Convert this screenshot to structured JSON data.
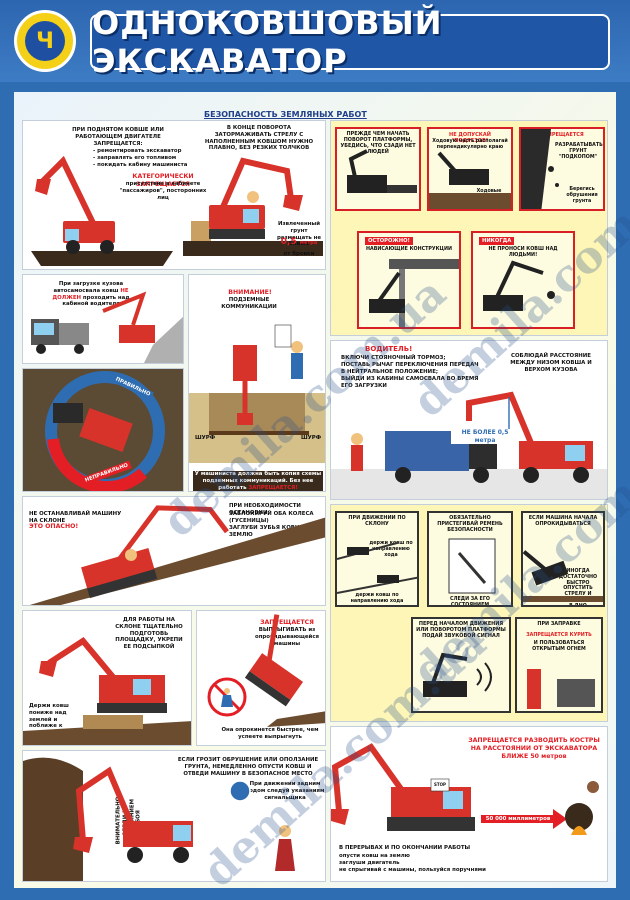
{
  "title": "ОДНОКОВШОВЫЙ ЭКСКАВАТОР",
  "subtitle": "БЕЗОПАСНОСТЬ ЗЕМЛЯНЫХ РАБОТ",
  "logo_glyph": "Ч",
  "watermark": "demila.com.ua",
  "colors": {
    "header": "#2f6db3",
    "accent": "#e31e24",
    "panel_yellow": "#fdf6b6",
    "excavator": "#e0342a"
  },
  "left": {
    "p1": {
      "t1": "ПРИ ПОДНЯТОМ КОВШЕ ИЛИ РАБОТАЮЩЕМ ДВИГАТЕЛЕ ЗАПРЕЩАЕТСЯ:",
      "b1": "- ремонтировать экскаватор",
      "b2": "- заправлять его топливом",
      "b3": "- покидать кабину машиниста",
      "t2": "В КОНЦЕ ПОВОРОТА ЗАТОРМАЖИВАТЬ СТРЕЛУ С НАПОЛНЕННЫМ КОВШОМ НУЖНО ПЛАВНО, БЕЗ РЕЗКИХ ТОЛЧКОВ",
      "warn": "КАТЕГОРИЧЕСКИ ЗАПРЕЩАЕТСЯ",
      "w2": "присутствие в кабинете \"пассажиров\", посторонних лиц",
      "dist_text": "Извлеченный грунт размещать не ближе",
      "dist_value": "0,5",
      "dist_unit": "метра",
      "dist_tail": "от бровки"
    },
    "p2": {
      "t1": "При загрузке кузова автосамосвала ковш",
      "red": "НЕ ДОЛЖЕН",
      "t2": "проходить над кабиной водителя"
    },
    "p3": {
      "right_label": "ПРАВИЛЬНО",
      "wrong_label": "НЕПРАВИЛЬНО"
    },
    "p4": {
      "warn": "ВНИМАНИЕ!",
      "t1": "ПОДЗЕМНЫЕ КОММУНИКАЦИИ",
      "left_label": "ШУРФ",
      "right_label": "ШУРФ",
      "bottom": "У машиниста должна быть копия схемы подземных коммуникаций. Без нее работать",
      "bottom_red": "ЗАПРЕЩАЕТСЯ!"
    },
    "p5": {
      "t1": "НЕ ОСТАНАВЛИВАЙ МАШИНУ НА СКЛОНЕ",
      "red": "ЭТО ОПАСНО!",
      "t2": "ПРИ НЕОБХОДИМОСТИ ОСТАНОВКИ:",
      "b1": "ЗАБЛОКИРУЙ ОБА КОЛЕСА (ГУСЕНИЦЫ)",
      "b2": "ЗАГЛУБИ ЗУБЬЯ КОВША В ЗЕМЛЮ"
    },
    "p6": {
      "t1": "ДЛЯ РАБОТЫ НА СКЛОНЕ ТЩАТЕЛЬНО ПОДГОТОВЬ ПЛОЩАДКУ, УКРЕПИ ЕЕ ПОДСЫПКОЙ",
      "t2": "Держи ковш пониже над землей и поближе к машине"
    },
    "p7": {
      "red": "ЗАПРЕЩАЕТСЯ",
      "t1": "ВЫПРЫГИВАТЬ из опрокидывающейся машины",
      "t2": "Она опрокинется быстрее, чем успеете выпрыгнуть"
    },
    "p8": {
      "t1": "ЕСЛИ ГРОЗИТ ОБРУШЕНИЕ ИЛИ ОПОЛЗАНИЕ ГРУНТА, НЕМЕДЛЕННО ОПУСТИ КОВШ И ОТВЕДИ МАШИНУ В БЕЗОПАСНОЕ МЕСТО",
      "t2": "При движении задним ходом следуй указаниям сигнальщика",
      "t3": "ВНИМАТЕЛЬНО СЛЕДИ ЗА СОСТОЯНИЕМ ЗАБОЯ"
    }
  },
  "right": {
    "r1": {
      "s1": "ПРЕЖДЕ ЧЕМ НАЧАТЬ ПОВОРОТ ПЛАТФОРМЫ, УБЕДИСЬ, ЧТО СЗАДИ НЕТ ЛЮДЕЙ",
      "s2a": "НЕ ДОПУСКАЙ \"ПОДРЕЗОВ\"",
      "s2b": "Ходовую часть располагай перпендикулярно краю",
      "s2c": "Ходовые гидромоторы должны быть сзади",
      "s3a": "ЗАПРЕЩАЕТСЯ",
      "s3b": "РАЗРАБАТЫВАТЬ ГРУНТ \"ПОДКОПОМ\"",
      "s3c": "Берегись обрушения грунта",
      "s4a": "ОСТОРОЖНО!",
      "s4b": "НАВИСАЮЩИЕ КОНСТРУКЦИИ",
      "s5a": "НИКОГДА",
      "s5b": "НЕ ПРОНОСИ КОВШ НАД ЛЮДЬМИ!"
    },
    "r2": {
      "warn": "ВОДИТЕЛЬ!",
      "b1": "ВКЛЮЧИ СТОЯНОЧНЫЙ ТОРМОЗ;",
      "b2": "ПОСТАВЬ РЫЧАГ ПЕРЕКЛЮЧЕНИЯ ПЕРЕДАЧ В НЕЙТРАЛЬНОЕ ПОЛОЖЕНИЕ;",
      "b3": "ВЫЙДИ ИЗ КАБИНЫ САМОСВАЛА ВО ВРЕМЯ ЕГО ЗАГРУЗКИ",
      "t1": "СОБЛЮДАЙ РАССТОЯНИЕ МЕЖДУ НИЗОМ КОВША И ВЕРХОМ КУЗОВА",
      "dist": "НЕ БОЛЕЕ 0,5 метра"
    },
    "r3": {
      "s1a": "ПРИ ДВИЖЕНИИ ПО СКЛОНУ",
      "s1b": "держи ковш по направлению хода",
      "s1c": "держи ковш по направлению хода",
      "s2a": "ОБЯЗАТЕЛЬНО ПРИСТЕГИВАЙ РЕМЕНЬ БЕЗОПАСНОСТИ",
      "s2b": "СЛЕДИ ЗА ЕГО СОСТОЯНИЕМ",
      "s3a": "ЕСЛИ МАШИНА НАЧАЛА ОПРОКИДЫВАТЬСЯ",
      "s3b": "ИНОГДА ДОСТАТОЧНО БЫСТРО ОПУСТИТЬ СТРЕЛУ И УПЕРЕТЬ КОВШ В ДНО",
      "s4a": "ПЕРЕД НАЧАЛОМ ДВИЖЕНИЯ ИЛИ ПОВОРОТОМ ПЛАТФОРМЫ ПОДАЙ ЗВУКОВОЙ СИГНАЛ",
      "s5a": "ПРИ ЗАПРАВКЕ",
      "s5b": "ЗАПРЕЩАЕТСЯ КУРИТЬ",
      "s5c": "И ПОЛЬЗОВАТЬСЯ ОТКРЫТЫМ ОГНЕМ"
    },
    "r4": {
      "warn": "ЗАПРЕЩАЕТСЯ РАЗВОДИТЬ КОСТРЫ НА РАССТОЯНИИ ОТ ЭКСКАВАТОРА БЛИЖЕ 50 метров",
      "arrow": "50 000 миллиметров",
      "sign": "STOP",
      "b1": "В ПЕРЕРЫВАХ И ПО ОКОНЧАНИИ РАБОТЫ",
      "b2": "опусти ковш на землю",
      "b3": "заглуши двигатель",
      "b4": "не спрыгивай с машины, пользуйся поручнями"
    }
  }
}
